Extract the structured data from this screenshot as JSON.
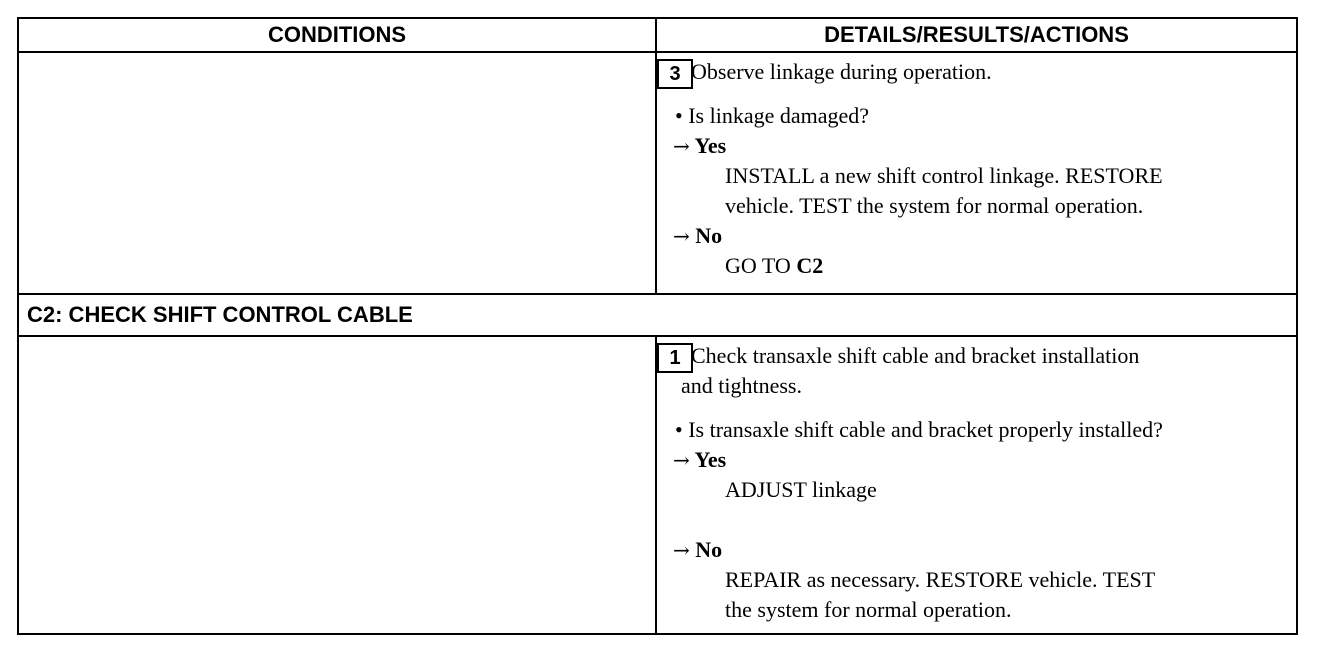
{
  "header": {
    "conditions": "CONDITIONS",
    "details": "DETAILS/RESULTS/ACTIONS"
  },
  "c1_continued": {
    "step_number": "3",
    "step_text": "Observe linkage during operation.",
    "question": "• Is linkage damaged?",
    "yes_label": "Yes",
    "yes_action_line1": "INSTALL a new shift control linkage. RESTORE",
    "yes_action_line2": "vehicle. TEST the system for normal operation.",
    "no_label": "No",
    "no_action_prefix": "GO TO ",
    "no_action_target": "C2"
  },
  "c2": {
    "title": "C2: CHECK SHIFT CONTROL CABLE",
    "step_number": "1",
    "step_text_line1": "Check transaxle shift cable and bracket installation",
    "step_text_line2": "and tightness.",
    "question": "• Is transaxle shift cable and bracket properly installed?",
    "yes_label": "Yes",
    "yes_action": "ADJUST linkage",
    "no_label": "No",
    "no_action_line1": "REPAIR as necessary. RESTORE vehicle. TEST",
    "no_action_line2": "the system for normal operation."
  },
  "glyphs": {
    "arrow": "→"
  }
}
